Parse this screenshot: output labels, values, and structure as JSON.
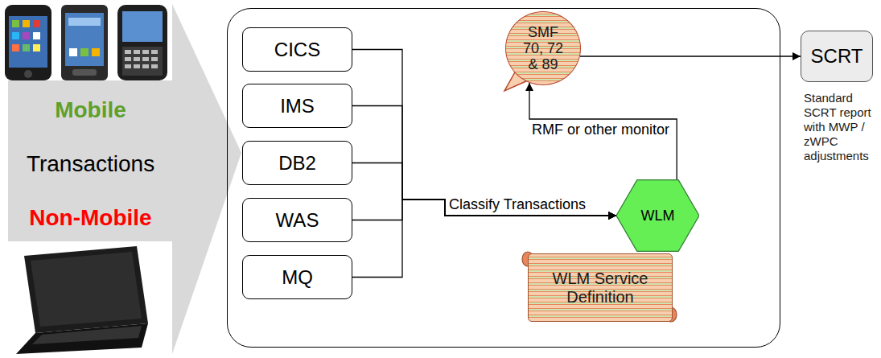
{
  "diagram": {
    "nodes": [
      {
        "text": [
          "Mobile",
          "Transactions",
          "Non-Mobile"
        ]
      },
      {
        "text": []
      },
      {
        "text": [
          "CICS"
        ],
        "in": 1
      },
      {
        "text": [
          "IMS"
        ],
        "in": 1
      },
      {
        "text": [
          "DB2"
        ],
        "in": 1
      },
      {
        "text": [
          "WAS"
        ],
        "in": 1
      },
      {
        "text": [
          "MQ"
        ],
        "in": 1
      },
      {
        "text": [
          "SMF 70, 72 & 89"
        ],
        "in": 1
      },
      {
        "text": [
          "WLM"
        ],
        "in": 1
      },
      {
        "text": [
          "WLM Service Definition"
        ],
        "in": 1
      },
      {
        "text": [
          "SCRT",
          "Standard SCRT report with MWP / zWPC adjustments"
        ]
      }
    ],
    "edges": [
      {
        "from": 2,
        "to": 8,
        "arrow": "to",
        "label": "Classify Transactions"
      },
      {
        "from": 3,
        "to": 8,
        "arrow": "to"
      },
      {
        "from": 4,
        "to": 8,
        "arrow": "to"
      },
      {
        "from": 5,
        "to": 8,
        "arrow": "to"
      },
      {
        "from": 6,
        "to": 8,
        "arrow": "to"
      },
      {
        "from": 8,
        "to": 7,
        "arrow": "to",
        "label": "RMF or other monitor"
      },
      {
        "from": 7,
        "to": 10,
        "arrow": "to"
      }
    ]
  }
}
